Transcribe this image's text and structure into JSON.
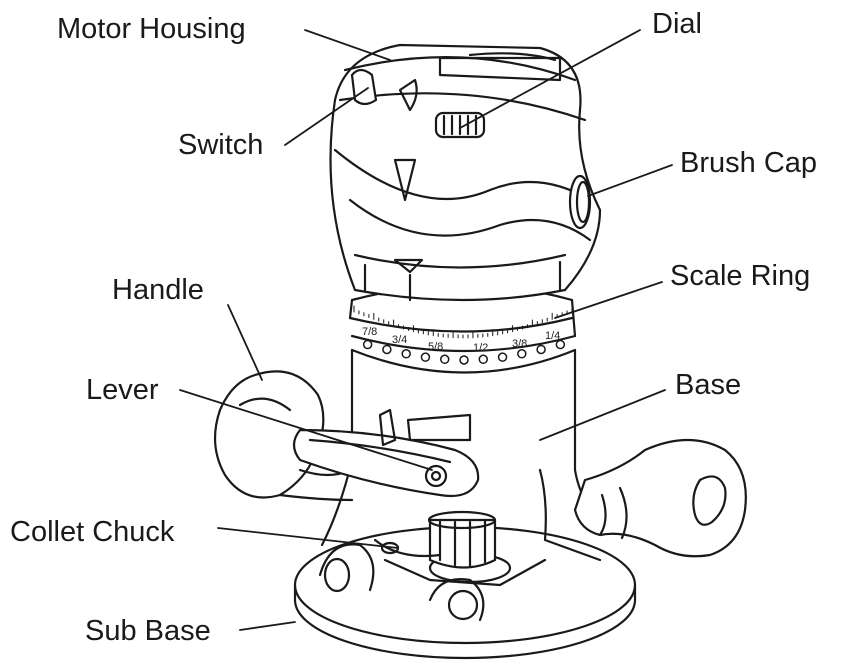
{
  "labels": {
    "motor_housing": "Motor Housing",
    "dial": "Dial",
    "switch": "Switch",
    "brush_cap": "Brush Cap",
    "handle": "Handle",
    "scale_ring": "Scale Ring",
    "lever": "Lever",
    "base": "Base",
    "collet_chuck": "Collet Chuck",
    "sub_base": "Sub Base"
  },
  "scale_marks": [
    "7/8",
    "3/4",
    "5/8",
    "1/2",
    "3/8",
    "1/4"
  ],
  "colors": {
    "ink": "#1a1a1a",
    "background": "#ffffff"
  }
}
